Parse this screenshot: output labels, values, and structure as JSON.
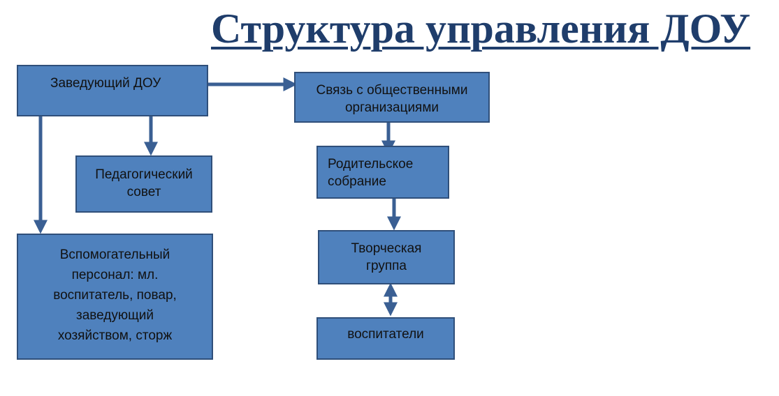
{
  "title": "Структура управления ДОУ",
  "boxes": {
    "head": [
      "Заведующий  ДОУ"
    ],
    "pedagogical_council": [
      "Педагогический",
      "совет"
    ],
    "auxiliary_staff": [
      "Вспомогательный",
      "персонал: мл.",
      "воспитатель, повар,",
      "заведующий",
      "хозяйством, сторж"
    ],
    "public_relations": [
      "Связь  с общественными",
      "организациями"
    ],
    "parent_meeting": [
      "Родительское",
      "собрание"
    ],
    "creative_group": [
      "Творческая",
      "группа"
    ],
    "teachers": [
      "воспитатели"
    ]
  },
  "colors": {
    "box_fill": "#4f81bd",
    "box_border": "#2f4f7a",
    "arrow": "#3a5f93",
    "title": "#1f3d6b"
  }
}
